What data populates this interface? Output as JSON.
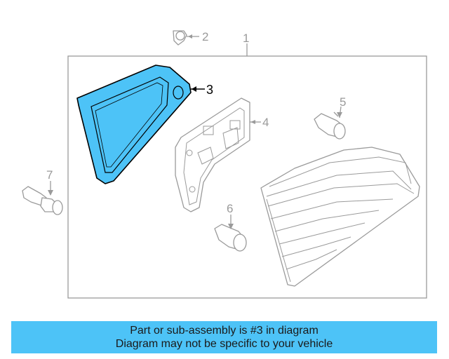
{
  "diagram": {
    "callouts": [
      {
        "id": "1",
        "label": "1"
      },
      {
        "id": "2",
        "label": "2"
      },
      {
        "id": "3",
        "label": "3",
        "highlighted": true
      },
      {
        "id": "4",
        "label": "4"
      },
      {
        "id": "5",
        "label": "5"
      },
      {
        "id": "6",
        "label": "6"
      },
      {
        "id": "7",
        "label": "7"
      }
    ],
    "highlight_color": "#4dc3f7",
    "line_color": "#9a9a9a"
  },
  "caption": {
    "line1": "Part or sub-assembly is #3 in diagram",
    "line2": "Diagram may not be specific to your vehicle",
    "background": "#4dc3f7"
  }
}
